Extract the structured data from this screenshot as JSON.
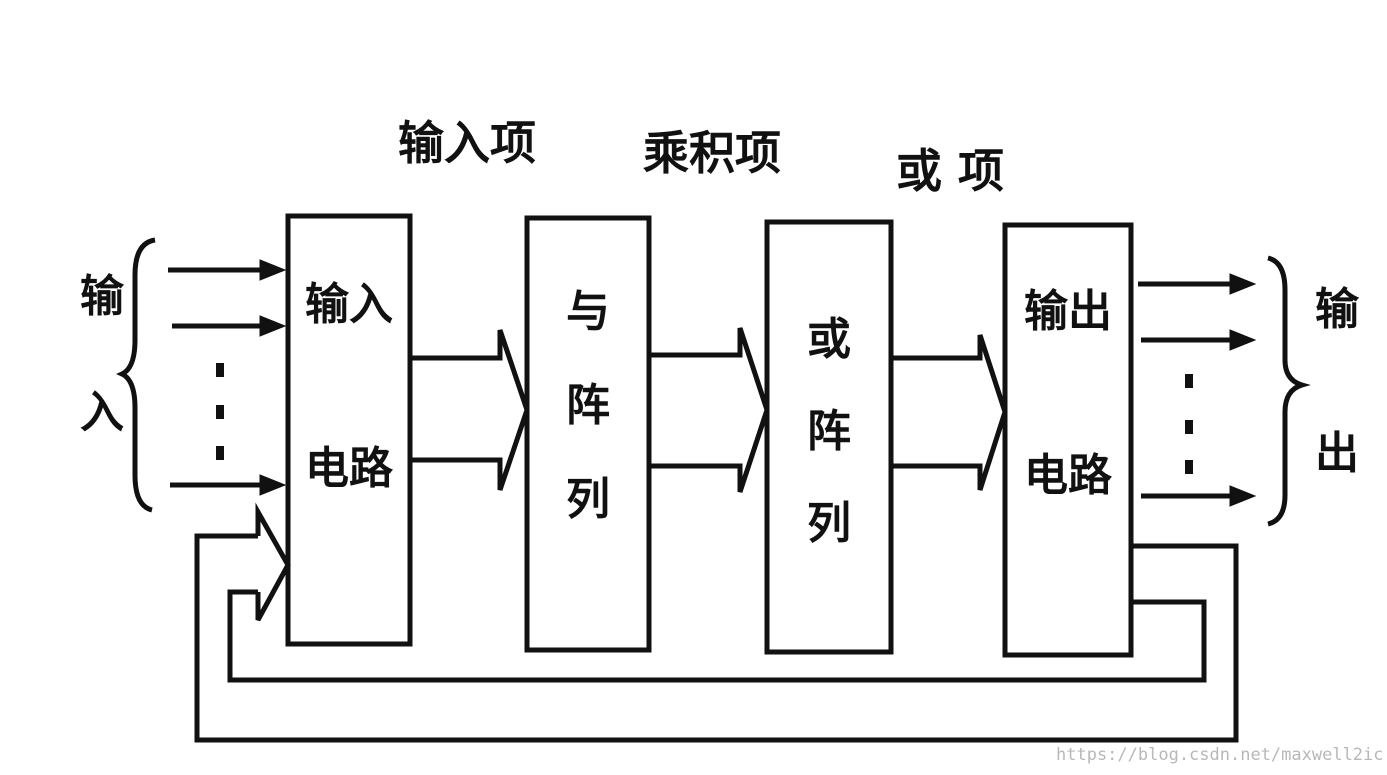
{
  "labels": {
    "input_terms": "输入项",
    "product_terms": "乘积项",
    "or_terms": "或 项"
  },
  "blocks": {
    "input_circuit": [
      "输入",
      "电路"
    ],
    "and_array": [
      "与",
      "阵",
      "列"
    ],
    "or_array": [
      "或",
      "阵",
      "列"
    ],
    "output_circuit": [
      "输出",
      "电路"
    ]
  },
  "side": {
    "inputs": [
      "输",
      "入"
    ],
    "outputs": [
      "输",
      "出"
    ]
  },
  "watermark": "https://blog.csdn.net/maxwell2ic",
  "colors": {
    "ink": "#111111",
    "background": "#ffffff"
  }
}
